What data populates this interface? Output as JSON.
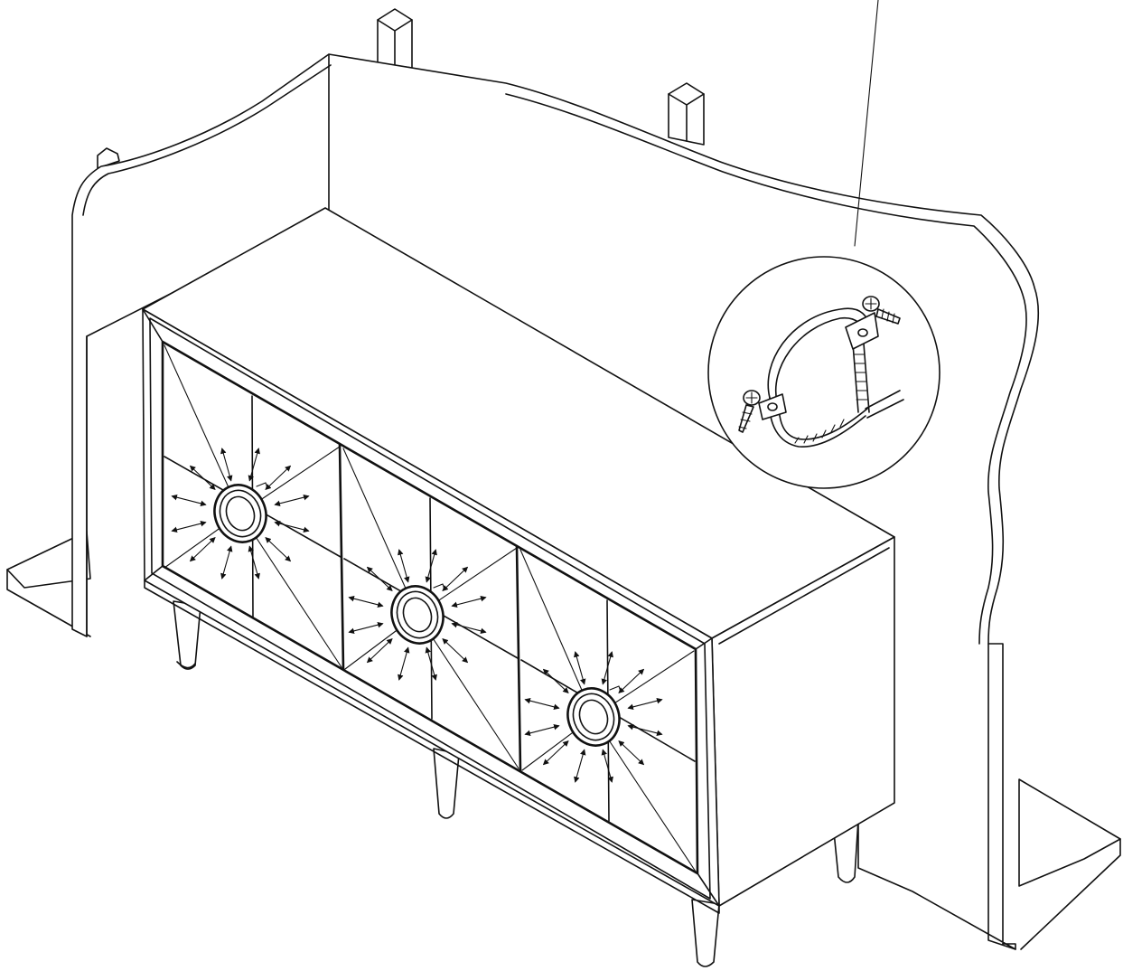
{
  "diagram": {
    "kind": "assembly-illustration",
    "line_color": "#111111",
    "background": "#ffffff",
    "door_count": 3,
    "leg_count": 4,
    "components": [
      "wall",
      "wall-studs",
      "floor",
      "sideboard-cabinet",
      "door-ring-handle",
      "anti-tip-strap-detail"
    ]
  }
}
